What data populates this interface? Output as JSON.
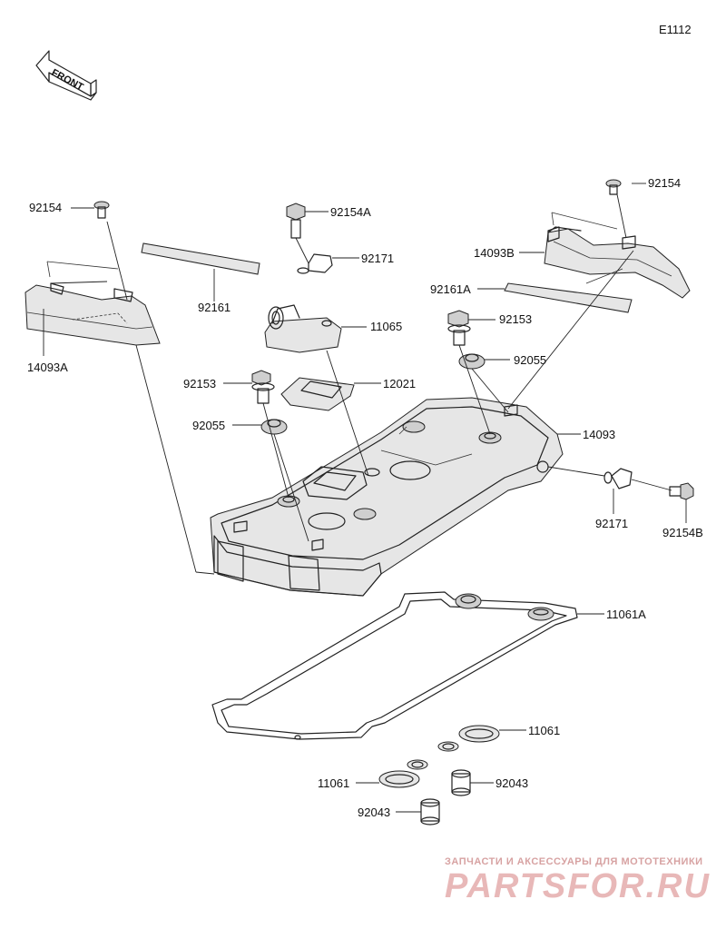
{
  "code": "E1112",
  "front_label": "FRONT",
  "labels": {
    "p92154_left": "92154",
    "p92154A": "92154A",
    "p92171_top": "92171",
    "p92161": "92161",
    "p14093A": "14093A",
    "p11065": "11065",
    "p12021": "12021",
    "p92153_left": "92153",
    "p92055_left": "92055",
    "p92154_right": "92154",
    "p14093B": "14093B",
    "p92161A": "92161A",
    "p92153_right": "92153",
    "p92055_right": "92055",
    "p14093": "14093",
    "p92171_right": "92171",
    "p92154B": "92154B",
    "p11061A": "11061A",
    "p11061_right": "11061",
    "p11061_left": "11061",
    "p92043_right": "92043",
    "p92043_left": "92043"
  },
  "watermark": {
    "caption": "ЗАПЧАСТИ И АКСЕССУАРЫ ДЛЯ МОТОТЕХНИКИ",
    "brand": "PARTSFOR.RU"
  }
}
